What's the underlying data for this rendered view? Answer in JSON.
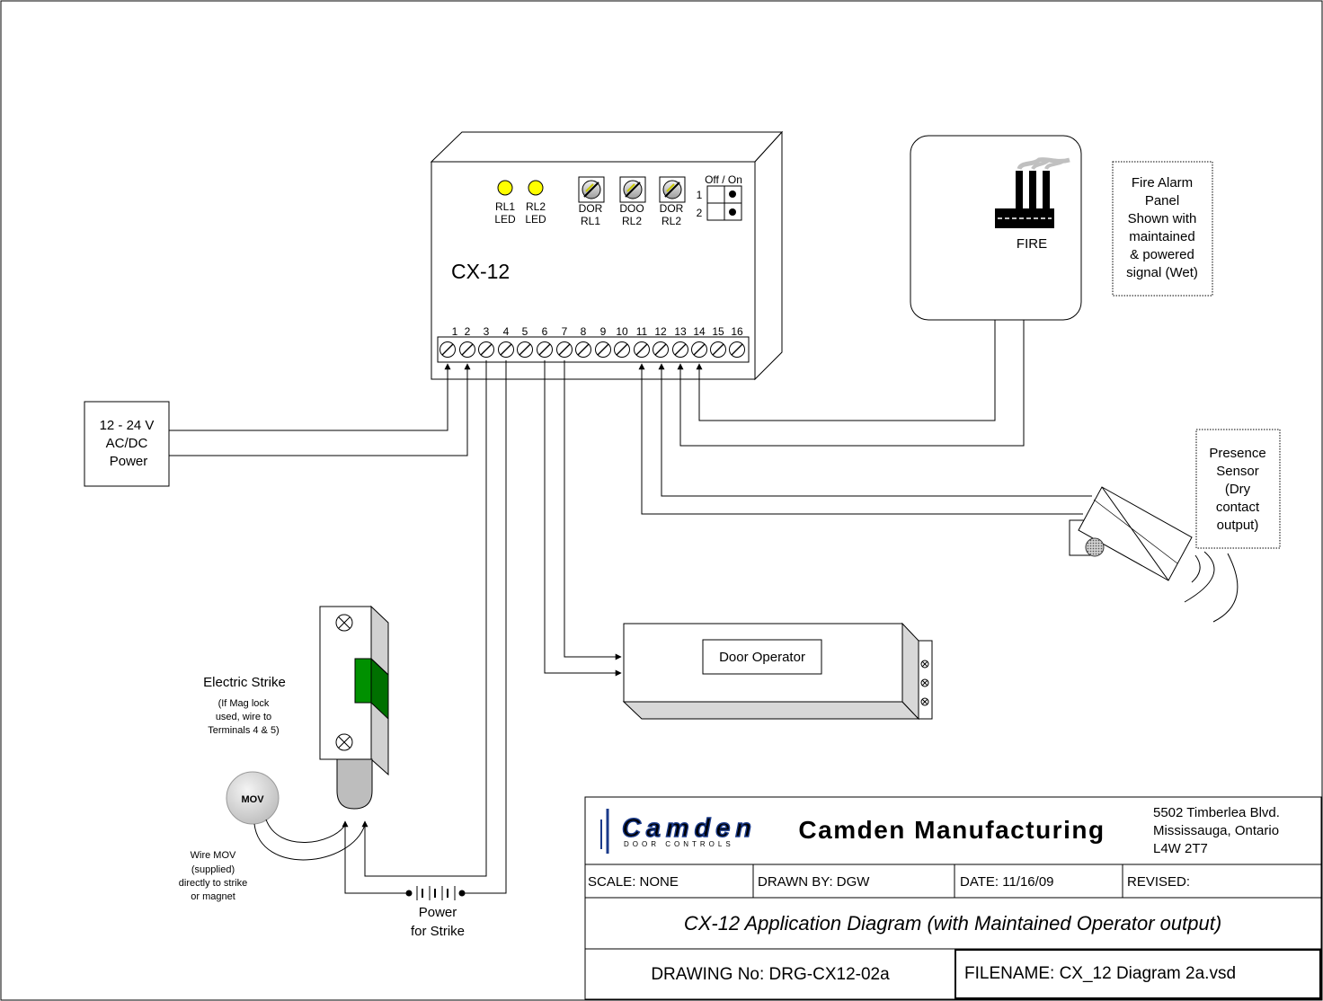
{
  "controller": {
    "model": "CX-12",
    "leds": [
      {
        "line1": "RL1",
        "line2": "LED",
        "color": "#ffff00"
      },
      {
        "line1": "RL2",
        "line2": "LED",
        "color": "#ffff00"
      }
    ],
    "pots": [
      {
        "line1": "DOR",
        "line2": "RL1"
      },
      {
        "line1": "DOO",
        "line2": "RL2"
      },
      {
        "line1": "DOR",
        "line2": "RL2"
      }
    ],
    "dip": {
      "label": "Off / On",
      "rows": [
        "1",
        "2"
      ]
    },
    "terminals": [
      "1",
      "2",
      "3",
      "4",
      "5",
      "6",
      "7",
      "8",
      "9",
      "10",
      "11",
      "12",
      "13",
      "14",
      "15",
      "16"
    ]
  },
  "power_supply": {
    "line1": "12 - 24 V",
    "line2": "AC/DC",
    "line3": "Power"
  },
  "fire_panel": {
    "icon_label": "FIRE",
    "note": [
      "Fire Alarm",
      "Panel",
      "Shown with",
      "maintained",
      "& powered",
      "signal (Wet)"
    ]
  },
  "presence_sensor": {
    "note": [
      "Presence",
      "Sensor",
      "(Dry",
      "contact",
      "output)"
    ]
  },
  "door_operator": {
    "label": "Door Operator"
  },
  "electric_strike": {
    "title": "Electric Strike",
    "note": [
      "(If Mag lock",
      "used, wire to",
      "Terminals 4 & 5)"
    ],
    "strike_color": "#008000"
  },
  "mov": {
    "label": "MOV",
    "note": [
      "Wire MOV",
      "(supplied)",
      "directly to strike",
      "or magnet"
    ]
  },
  "strike_power": {
    "line1": "Power",
    "line2": "for Strike"
  },
  "title_block": {
    "logo_text": "Camden",
    "logo_sub": "DOOR CONTROLS",
    "company": "Camden Manufacturing",
    "address": [
      "5502 Timberlea Blvd.",
      "Mississauga, Ontario",
      "L4W 2T7"
    ],
    "scale": "SCALE:  NONE",
    "drawn_by": "DRAWN BY: DGW",
    "date": "DATE:  11/16/09",
    "revised": "REVISED:",
    "title": "CX-12 Application Diagram (with Maintained Operator output)",
    "drawing_no": "DRAWING No: DRG-CX12-02a",
    "filename": "FILENAME:    CX_12 Diagram 2a.vsd",
    "logo_color": "#1a3a8a"
  }
}
